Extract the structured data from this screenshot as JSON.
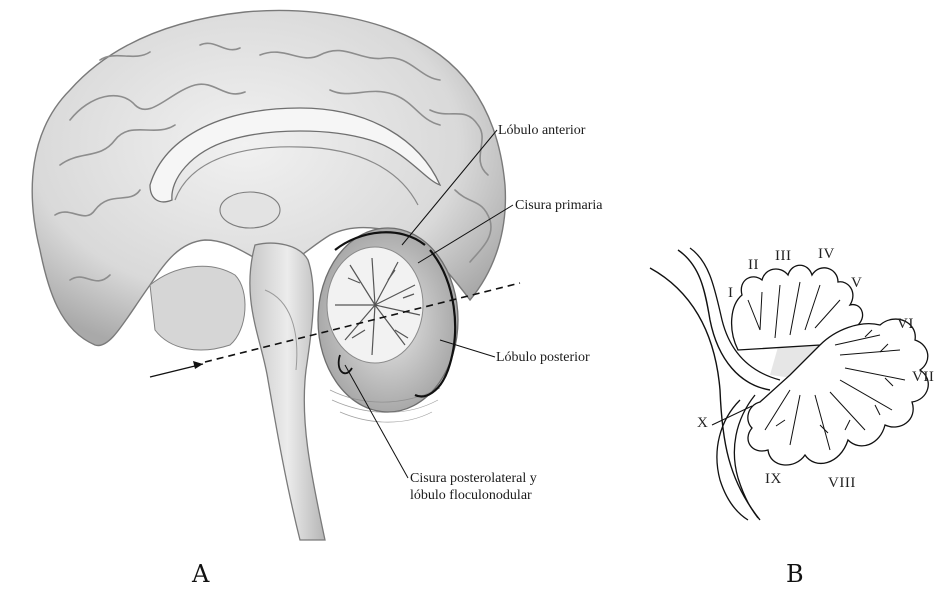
{
  "panel_a": {
    "letter": "A",
    "labels": {
      "anterior_lobe": "Lóbulo anterior",
      "primary_fissure": "Cisura primaria",
      "posterior_lobe": "Lóbulo posterior",
      "posterolateral_line1": "Cisura posterolateral y",
      "posterolateral_line2": "lóbulo floculonodular"
    }
  },
  "panel_b": {
    "letter": "B",
    "lobules": [
      "I",
      "II",
      "III",
      "IV",
      "V",
      "VI",
      "VII",
      "VIII",
      "IX",
      "X"
    ]
  }
}
